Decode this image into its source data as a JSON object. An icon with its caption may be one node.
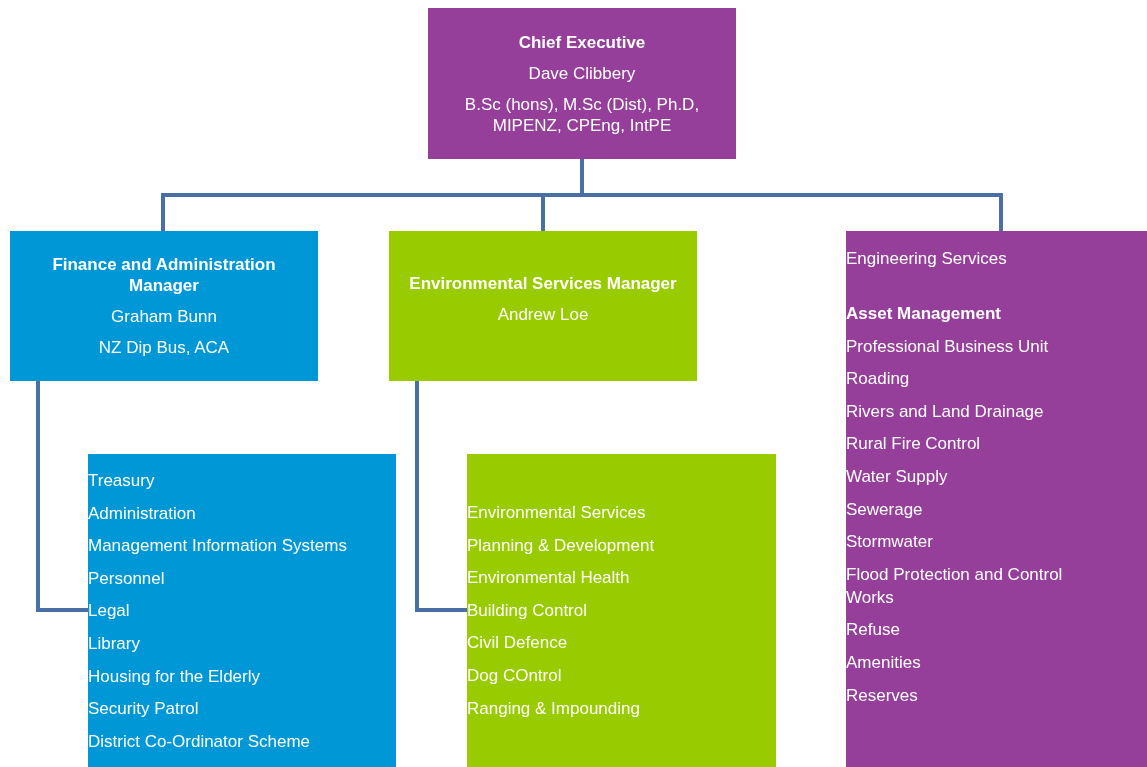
{
  "diagram": {
    "nodes": [
      {
        "text": [
          "Chief Executive",
          "Dave Clibbery",
          "B.Sc (hons), M.Sc (Dist), Ph.D, MIPENZ, CPEng, IntPE"
        ]
      },
      {
        "text": [
          "Finance and Administration Manager",
          "Graham Bunn",
          "NZ Dip Bus, ACA"
        ]
      },
      {
        "text": [
          "Environmental Services Manager",
          "Andrew Loe"
        ]
      },
      {
        "text": [
          "Engineering Services",
          "Asset Management",
          "Professional Business Unit",
          "Roading",
          "Rivers and Land Drainage",
          "Rural Fire Control",
          "Water Supply",
          "Sewerage",
          "Stormwater",
          "Flood Protection and Control Works",
          "Refuse",
          "Amenities",
          "Reserves"
        ]
      },
      {
        "text": [
          "Treasury",
          "Administration",
          "Management Information Systems",
          "Personnel",
          "Legal",
          "Library",
          "Housing for the Elderly",
          "Security Patrol",
          "District Co-Ordinator Scheme"
        ]
      },
      {
        "text": [
          "Environmental Services",
          "Planning & Development",
          "Environmental Health",
          "Building Control",
          "Civil Defence",
          "Dog COntrol",
          "Ranging & Impounding"
        ]
      }
    ],
    "edges": [
      {
        "from": 0,
        "to": 1,
        "arrow": "none"
      },
      {
        "from": 0,
        "to": 2,
        "arrow": "none"
      },
      {
        "from": 0,
        "to": 3,
        "arrow": "none"
      },
      {
        "from": 1,
        "to": 4,
        "arrow": "none"
      },
      {
        "from": 2,
        "to": 5,
        "arrow": "none"
      }
    ]
  }
}
